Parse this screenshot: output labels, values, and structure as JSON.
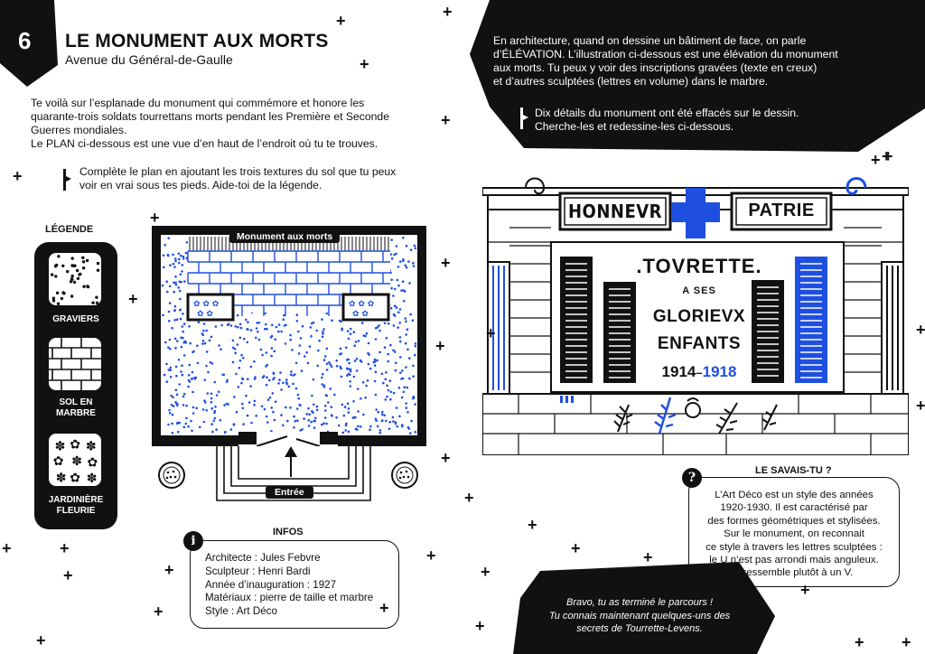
{
  "page": {
    "number": "6",
    "title": "LE MONUMENT AUX MORTS",
    "subtitle": "Avenue du Général-de-Gaulle"
  },
  "intro": {
    "line1": "Te voilà sur l’esplanade du monument qui commémore et honore les",
    "line2": "quarante-trois soldats tourrettans morts pendant les Première et Seconde",
    "line3": "Guerres mondiales.",
    "line4": "Le PLAN ci-dessous est une vue d’en haut de l’endroit où tu te trouves."
  },
  "plan_instruction": {
    "line1": "Complète le plan en ajoutant les trois textures du sol que tu peux",
    "line2": "voir en vrai sous tes pieds. Aide-toi de la légende."
  },
  "legend": {
    "title": "LÉGENDE",
    "items": [
      {
        "label_1": "GRAVIERS",
        "label_2": ""
      },
      {
        "label_1": "SOL EN",
        "label_2": "MARBRE"
      },
      {
        "label_1": "JARDINIÈRE",
        "label_2": "FLEURIE"
      }
    ]
  },
  "plan": {
    "monument_label": "Monument aux morts",
    "entrance_label": "Entrée"
  },
  "infos": {
    "title": "INFOS",
    "lines": [
      "Architecte : Jules Febvre",
      "Sculpteur : Henri Bardi",
      "Année d’inauguration : 1927",
      "Matériaux : pierre de taille et marbre",
      "Style : Art Déco"
    ]
  },
  "elevation_text": {
    "line1": "En architecture, quand on dessine un bâtiment de face, on parle",
    "line2": "d’ÉLÉVATION. L’illustration ci-dessous est une élévation du monument",
    "line3": "aux morts. Tu peux y voir des inscriptions gravées (texte en creux)",
    "line4": "et d’autres sculptées (lettres en volume) dans le marbre."
  },
  "elevation_instruction": {
    "line1": "Dix détails du monument ont été effacés sur le dessin.",
    "line2": "Cherche-les et redessine-les ci-dessous."
  },
  "monument": {
    "left_word": "HONNEVR",
    "right_word": "PATRIE",
    "town": ".TOVRETTE.",
    "a_ses": "A SES",
    "glorieux": "GLORIEVX",
    "enfants": "ENFANTS",
    "year_start": "1914",
    "year_end": "1918"
  },
  "savais_tu": {
    "title": "LE SAVAIS-TU ?",
    "lines": [
      "L’Art Déco est un style des années",
      "1920-1930. Il est caractérisé par",
      "des formes géométriques et stylisées.",
      "Sur le monument, on reconnait",
      "ce style à travers les lettres sculptées :",
      "le U n’est pas arrondi mais anguleux.",
      "Il ressemble plutôt à un V."
    ]
  },
  "conclusion": {
    "line1": "Bravo, tu as terminé le parcours !",
    "line2": "Tu connais maintenant quelques-uns des",
    "line3": "secrets de Tourrette-Levens."
  },
  "colors": {
    "ink": "#111111",
    "accent_blue": "#1f4fe0",
    "paper": "#ffffff"
  },
  "icons": {
    "info": "info-icon",
    "question": "question-icon",
    "pointer": "bullet-flag-icon"
  }
}
